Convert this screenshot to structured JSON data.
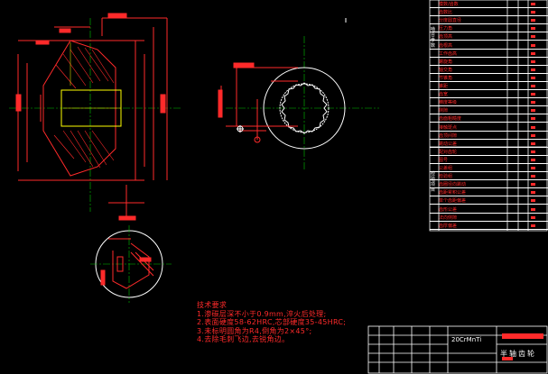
{
  "drawing": {
    "material": "20CrMnTi",
    "part_name": "半轴齿轮"
  },
  "technical_requirements": {
    "title": "技术要求",
    "items": [
      "1.渗碳层深不小于0.9mm,淬火后处理;",
      "2.表面硬度58-62HRC,芯部硬度35-45HRC;",
      "3.未标明圆角为R4,倒角为2×45°;",
      "4.去除毛刺飞边,去锐角边。"
    ]
  },
  "parameter_table": {
    "section_labels": [
      "啮合参数",
      "检验项目"
    ],
    "rows": [
      "模数/齿数",
      "齿数比",
      "分度圆直径",
      "压力角",
      "齿顶高",
      "齿根高",
      "工作齿高",
      "螺旋角",
      "轴交角",
      "节锥角",
      "锥距",
      "齿宽",
      "精度等级",
      "侧隙",
      "齿面粗糙度",
      "接触斑点",
      "齿顶间隙",
      "跳动公差",
      "配对齿轮",
      "图号",
      "公差组",
      "检验组",
      "齿圈径向跳动",
      "齿距累积公差",
      "单个齿距偏差",
      "齿形公差",
      "法向侧隙",
      "齿厚偏差"
    ]
  }
}
